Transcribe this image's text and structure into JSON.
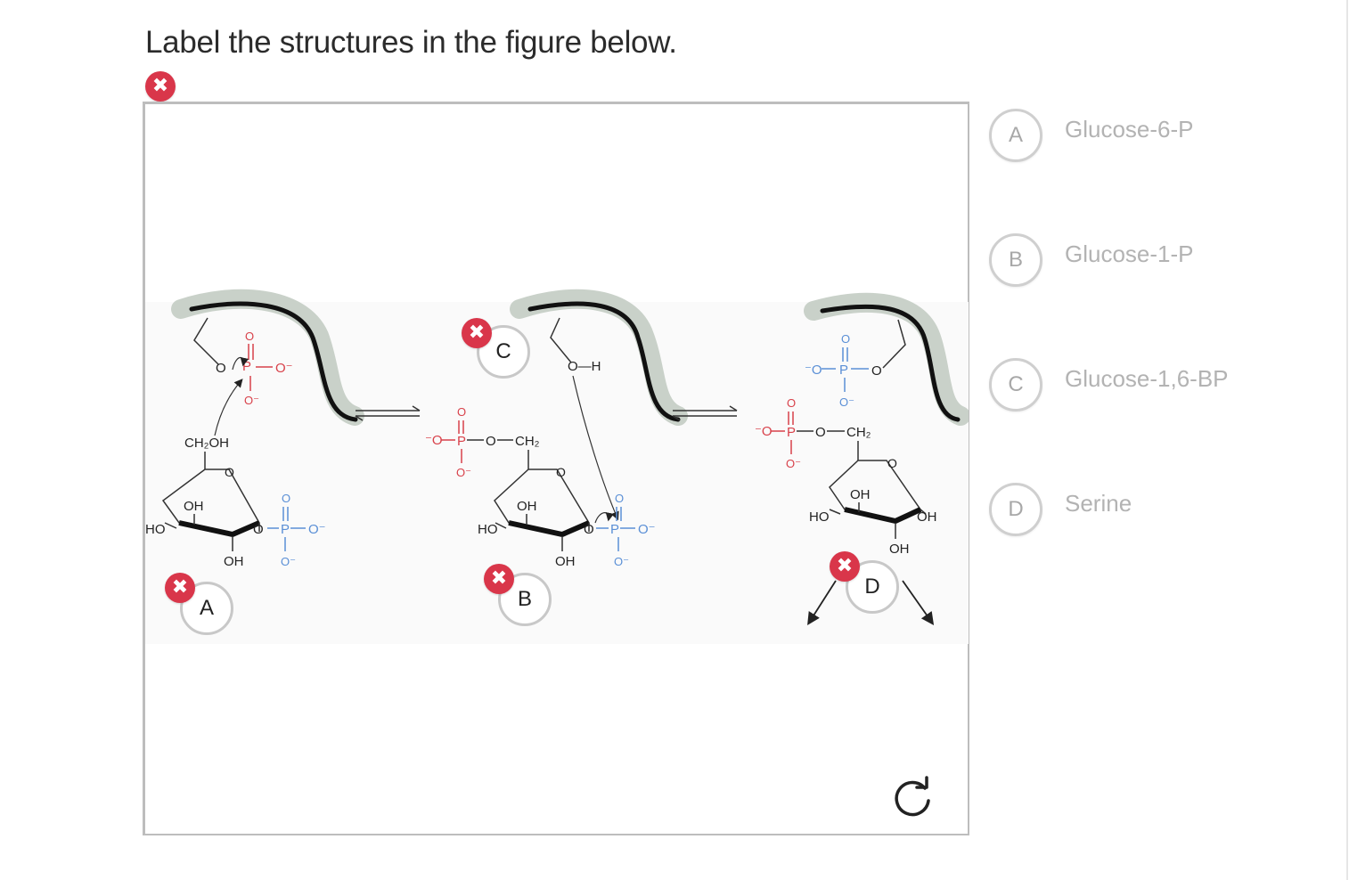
{
  "question": {
    "title": "Label the structures in the figure below."
  },
  "figure": {
    "left": {
      "hydroxyl_group": "CH₂OH",
      "ring_oh_top": "OH",
      "ring_ho_left": "HO",
      "ring_oh_bottom": "OH",
      "phosphate_p": "P",
      "phosphate_o": "O",
      "phosphate_o_minus": "O⁻"
    },
    "middle": {
      "methylene": "CH₂",
      "ring_oh_top": "OH",
      "ring_ho_left": "HO",
      "ring_oh_bottom": "OH",
      "enzyme_oh": "O—H",
      "phosphate_p": "P"
    },
    "right": {
      "methylene": "CH₂",
      "ring_oh_top": "OH",
      "ring_ho_left": "HO",
      "ring_oh_right": "OH",
      "ring_oh_bottom": "OH",
      "phosphate_p": "P"
    },
    "drop_zones": [
      {
        "label": "A",
        "status": "incorrect"
      },
      {
        "label": "B",
        "status": "incorrect"
      },
      {
        "label": "C",
        "status": "incorrect"
      },
      {
        "label": "D",
        "status": "incorrect"
      }
    ],
    "reset_icon": "rotate-cw-icon"
  },
  "word_bank": [
    {
      "letter": "A",
      "text": "Glucose-6-P"
    },
    {
      "letter": "B",
      "text": "Glucose-1-P"
    },
    {
      "letter": "C",
      "text": "Glucose-1,6-BP"
    },
    {
      "letter": "D",
      "text": "Serine"
    }
  ],
  "colors": {
    "incorrect": "#d9364a",
    "phosphate_red": "#d8414a",
    "phosphate_blue": "#5a8fd6",
    "enzyme_gray": "#c9d1c9",
    "ring_black": "#111111"
  }
}
